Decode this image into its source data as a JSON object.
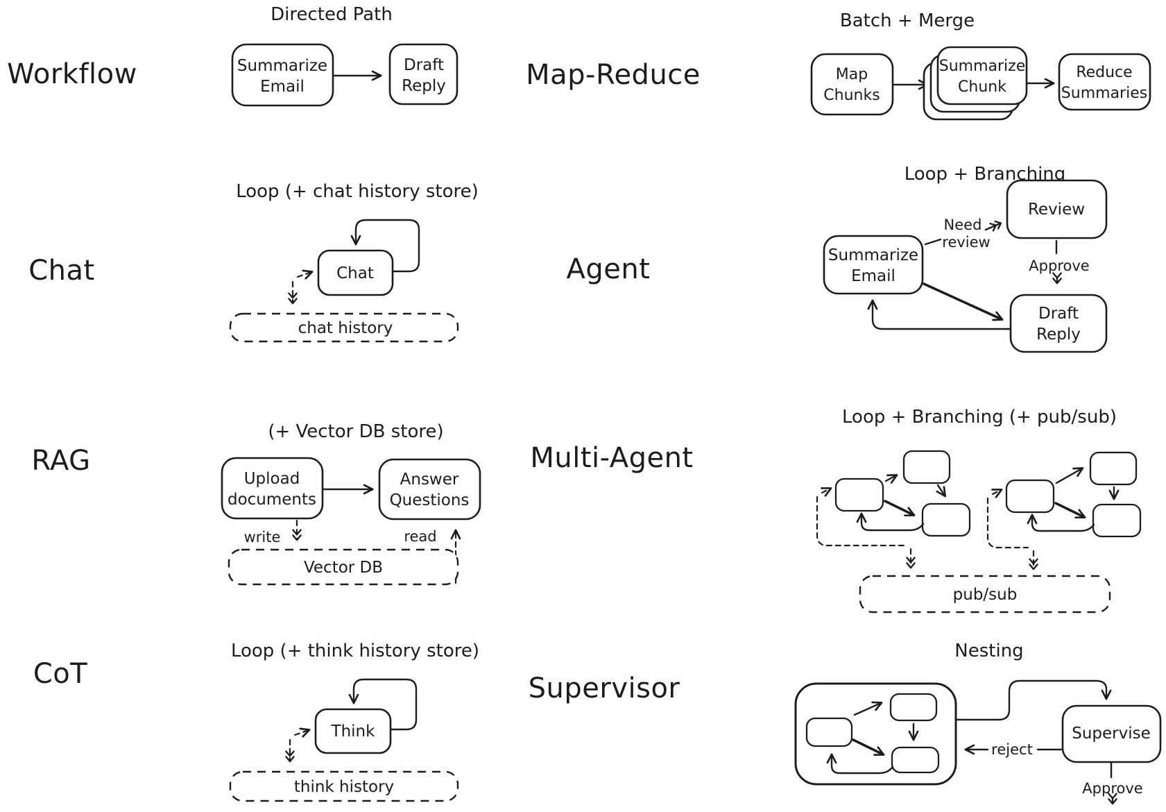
{
  "page": {
    "background": "#ffffff",
    "ink_color": "#1c1c1c",
    "description": "Hand-drawn diagram of eight LLM application patterns"
  },
  "sections": {
    "workflow": {
      "label": "Workflow",
      "title": "Directed Path",
      "node1_line1": "Summarize",
      "node1_line2": "Email",
      "node2_line1": "Draft",
      "node2_line2": "Reply"
    },
    "map_reduce": {
      "label": "Map-Reduce",
      "title": "Batch + Merge",
      "node1_line1": "Map",
      "node1_line2": "Chunks",
      "node2_line1": "Summarize",
      "node2_line2": "Chunk",
      "node3_line1": "Reduce",
      "node3_line2": "Summaries"
    },
    "chat": {
      "label": "Chat",
      "title": "Loop (+ chat history store)",
      "node": "Chat",
      "store": "chat history"
    },
    "agent": {
      "label": "Agent",
      "title": "Loop + Branching",
      "node1_line1": "Summarize",
      "node1_line2": "Email",
      "node2": "Review",
      "node3_line1": "Draft",
      "node3_line2": "Reply",
      "edge_need_line1": "Need",
      "edge_need_line2": "review",
      "edge_approve": "Approve"
    },
    "rag": {
      "label": "RAG",
      "title": "(+ Vector DB store)",
      "node1_line1": "Upload",
      "node1_line2": "documents",
      "node2_line1": "Answer",
      "node2_line2": "Questions",
      "edge_write": "write",
      "edge_read": "read",
      "store": "Vector DB"
    },
    "multi_agent": {
      "label": "Multi-Agent",
      "title": "Loop + Branching (+ pub/sub)",
      "store": "pub/sub"
    },
    "cot": {
      "label": "CoT",
      "title": "Loop (+ think history store)",
      "node": "Think",
      "store": "think history"
    },
    "supervisor": {
      "label": "Supervisor",
      "title": "Nesting",
      "node": "Supervise",
      "edge_reject": "reject",
      "edge_approve": "Approve"
    }
  }
}
